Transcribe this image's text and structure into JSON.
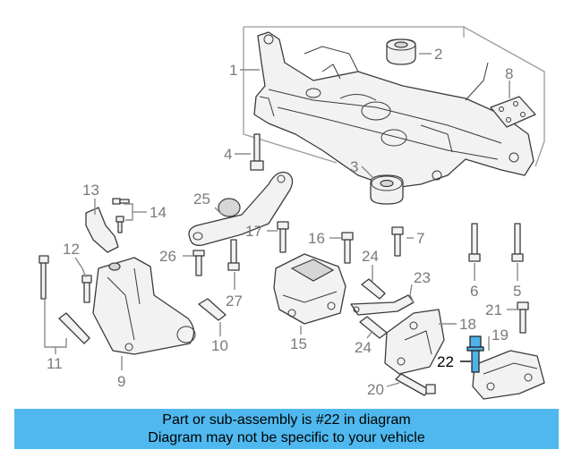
{
  "diagram": {
    "labels": {
      "1": "1",
      "2": "2",
      "3": "3",
      "4": "4",
      "5": "5",
      "6": "6",
      "7": "7",
      "8": "8",
      "9": "9",
      "10": "10",
      "11": "11",
      "12": "12",
      "13": "13",
      "14": "14",
      "15": "15",
      "16": "16",
      "17": "17",
      "18": "18",
      "19": "19",
      "20": "20",
      "21": "21",
      "22": "22",
      "23": "23",
      "24a": "24",
      "24b": "24",
      "25": "25",
      "26": "26",
      "27": "27"
    },
    "highlighted_part": "22",
    "highlight_color": "#4fb3e8"
  },
  "banner": {
    "line1": "Part or sub-assembly is #22 in diagram",
    "line2": "Diagram may not be specific to your vehicle",
    "color": "#4fb9ef"
  }
}
